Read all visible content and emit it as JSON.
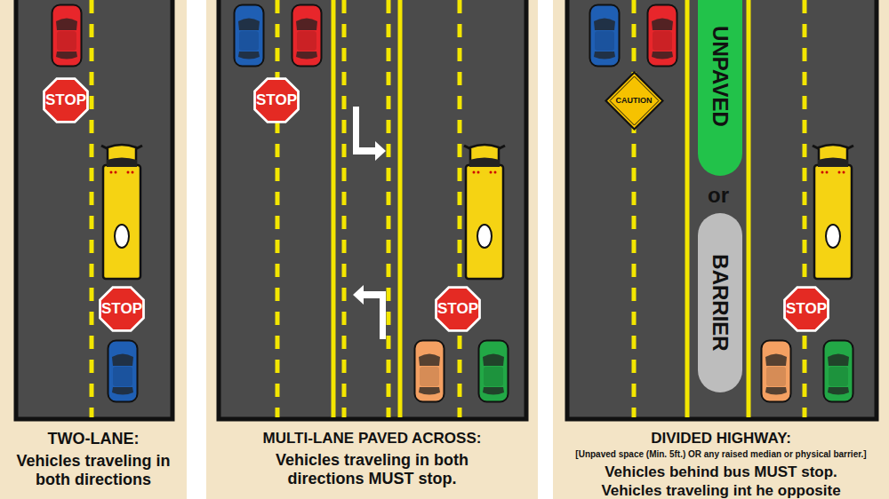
{
  "diagram": {
    "nodes": [
      {
        "text": [
          "TWO-LANE:",
          "Vehicles traveling in both directions"
        ]
      },
      {
        "text": [
          "STOP"
        ],
        "in": 0
      },
      {
        "text": [
          "STOP"
        ],
        "in": 0
      },
      {
        "text": [
          "MULTI-LANE PAVED ACROSS:",
          "Vehicles traveling in both directions MUST stop."
        ]
      },
      {
        "text": [
          "STOP"
        ],
        "in": 3
      },
      {
        "text": [
          "STOP"
        ],
        "in": 3
      },
      {
        "text": [
          "DIVIDED HIGHWAY:",
          "[Unpaved space (Min. 5ft.) OR any raised median or physical barrier.]",
          "Vehicles behind bus MUST stop.",
          "Vehicles traveling int he opposite"
        ]
      },
      {
        "text": [
          "CAUTION"
        ],
        "in": 6
      },
      {
        "text": [
          "UNPAVED"
        ],
        "in": 6
      },
      {
        "text": [
          "BARRIER"
        ],
        "in": 6
      },
      {
        "text": [
          "STOP"
        ],
        "in": 6
      }
    ],
    "labels": [
      "or"
    ]
  }
}
